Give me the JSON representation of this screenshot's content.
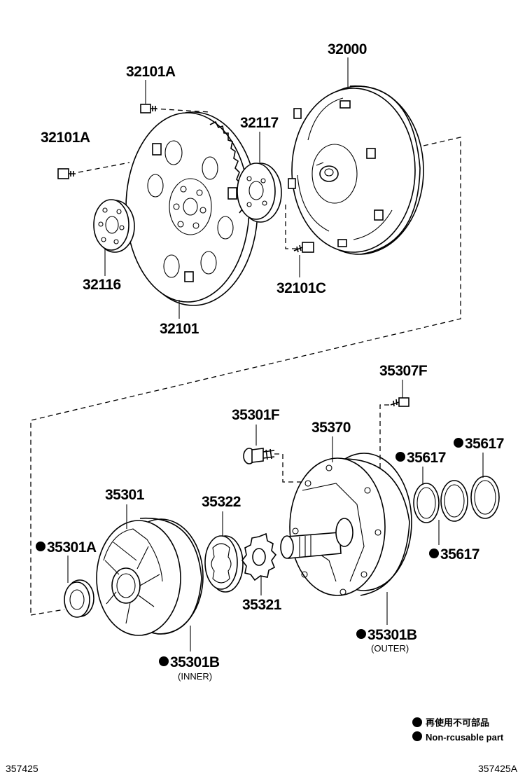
{
  "parts": {
    "p32000": "32000",
    "p32101A_top": "32101A",
    "p32101A_left": "32101A",
    "p32117": "32117",
    "p32116": "32116",
    "p32101C": "32101C",
    "p32101": "32101",
    "p35307F": "35307F",
    "p35301F": "35301F",
    "p35370": "35370",
    "p35617_a": "35617",
    "p35617_b": "35617",
    "p35617_c": "35617",
    "p35301": "35301",
    "p35322": "35322",
    "p35301A": "35301A",
    "p35321": "35321",
    "p35301B_outer": "35301B",
    "p35301B_inner": "35301B"
  },
  "subs": {
    "outer": "(OUTER)",
    "inner": "(INNER)"
  },
  "legend": {
    "line1": "再使用不可部品",
    "line2": "Non-rcusable part"
  },
  "codes": {
    "left": "357425",
    "right": "357425A"
  }
}
